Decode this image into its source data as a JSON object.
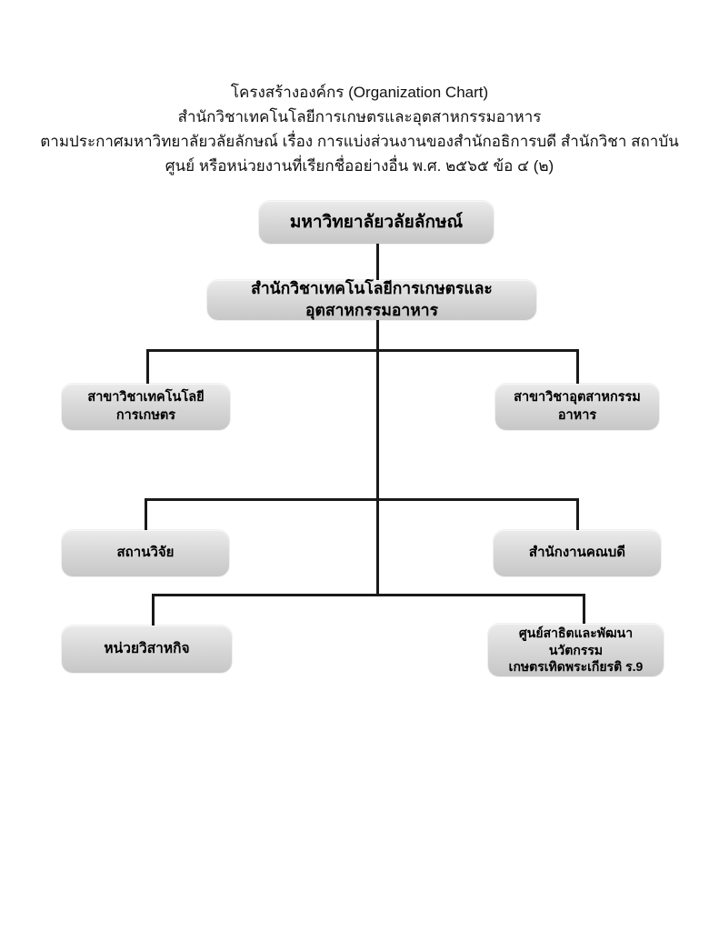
{
  "document": {
    "kind": "organization-chart",
    "background": "#ffffff"
  },
  "title": {
    "lines": [
      "โครงสร้างองค์กร (Organization Chart)",
      "สำนักวิชาเทคโนโลยีการเกษตรและอุตสาหกรรมอาหาร",
      "ตามประกาศมหาวิทยาลัยวลัยลักษณ์ เรื่อง การแบ่งส่วนงานของสำนักอธิการบดี สำนักวิชา สถาบัน",
      "ศูนย์ หรือหน่วยงานที่เรียกชื่ออย่างอื่น พ.ศ. ๒๕๖๕ ข้อ ๔ (๒)"
    ]
  },
  "chart": {
    "type": "org-chart",
    "colors": {
      "node_fill_top": "#ebebeb",
      "node_fill_bottom": "#c7c7c7",
      "connector": "#1a1a1a",
      "text": "#000000"
    },
    "nodes": [
      {
        "id": "university",
        "level": 1,
        "label": "มหาวิทยาลัยวลัยลักษณ์"
      },
      {
        "id": "school",
        "level": 2,
        "label": "สำนักวิชาเทคโนโลยีการเกษตรและอุตสาหกรรมอาหาร"
      },
      {
        "id": "agri-tech",
        "level": 3,
        "label": "สาขาวิชาเทคโนโลยีการเกษตร"
      },
      {
        "id": "food-industry",
        "level": 3,
        "label": "สาขาวิชาอุตสาหกรรมอาหาร"
      },
      {
        "id": "research",
        "level": 4,
        "label": "สถานวิจัย"
      },
      {
        "id": "dean-office",
        "level": 4,
        "label": "สำนักงานคณบดี"
      },
      {
        "id": "enterprise",
        "level": 5,
        "label": "หน่วยวิสาหกิจ"
      },
      {
        "id": "royal-center",
        "level": 5,
        "label": "ศูนย์สาธิตและพัฒนานวัตกรรม",
        "label2": "เกษตรเทิดพระเกียรติ ร.9"
      }
    ],
    "edges": [
      [
        "university",
        "school"
      ],
      [
        "school",
        "agri-tech"
      ],
      [
        "school",
        "food-industry"
      ],
      [
        "school",
        "research"
      ],
      [
        "school",
        "dean-office"
      ],
      [
        "school",
        "enterprise"
      ],
      [
        "school",
        "royal-center"
      ]
    ]
  }
}
